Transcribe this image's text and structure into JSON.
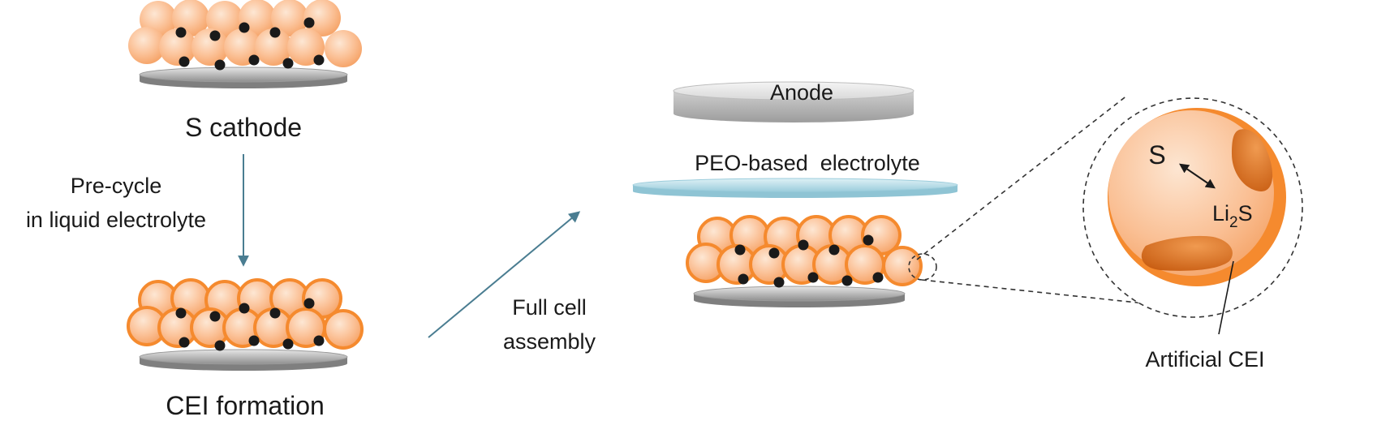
{
  "labels": {
    "s_cathode": "S cathode",
    "precycle_line1": "Pre-cycle",
    "precycle_line2": "in liquid electrolyte",
    "cei_formation": "CEI formation",
    "full_cell_line1": "Full cell",
    "full_cell_line2": "assembly",
    "anode": "Anode",
    "electrolyte": "PEO-based  electrolyte",
    "s_species": "S",
    "li2s_main": "Li",
    "li2s_sub": "2",
    "li2s_tail": "S",
    "artificial_cei": "Artificial CEI"
  },
  "colors": {
    "particle_fill": "#f8b07e",
    "particle_light": "#fde2cc",
    "cei_rim": "#f58a2e",
    "li2s_patch": "#d8661a",
    "carbon_dot": "#1a1a1a",
    "substrate": "#a0a0a0",
    "electrolyte_film": "#b7dde8",
    "arrow": "#4a7d91"
  }
}
